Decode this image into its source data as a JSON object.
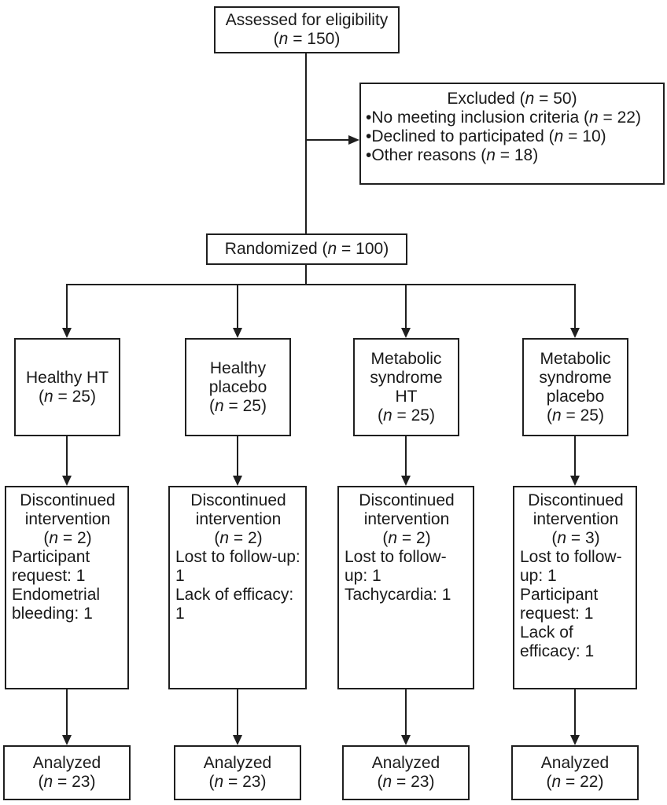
{
  "figure": {
    "assessed": {
      "label": "Assessed for eligibility",
      "n": "(n = 150)"
    },
    "excluded": {
      "title": "Excluded (n = 50)",
      "items": [
        "•No meeting inclusion criteria (n = 22)",
        "•Declined to participated (n = 10)",
        "•Other reasons (n = 18)"
      ]
    },
    "randomized": {
      "label": "Randomized (n = 100)"
    },
    "arms": [
      {
        "label": "Healthy HT",
        "n": "(n = 25)"
      },
      {
        "label": "Healthy placebo",
        "n": "(n = 25)"
      },
      {
        "label": "Metabolic syndrome HT",
        "n": "(n = 25)"
      },
      {
        "label": "Metabolic syndrome placebo",
        "n": "(n = 25)"
      }
    ],
    "discontinued": [
      {
        "title": "Discontinued intervention",
        "n": "(n = 2)",
        "reasons": [
          "Participant request: 1",
          "Endometrial bleeding: 1"
        ]
      },
      {
        "title": "Discontinued intervention",
        "n": "(n = 2)",
        "reasons": [
          "Lost to follow-up: 1",
          "Lack of efficacy: 1"
        ]
      },
      {
        "title": "Discontinued intervention",
        "n": "(n = 2)",
        "reasons": [
          "Lost to follow-up: 1",
          "Tachycardia: 1"
        ]
      },
      {
        "title": "Discontinued intervention",
        "n": "(n = 3)",
        "reasons": [
          "Lost to follow-up: 1",
          "Participant request: 1",
          "Lack of efficacy: 1"
        ]
      }
    ],
    "analyzed": [
      {
        "label": "Analyzed",
        "n": "(n = 23)"
      },
      {
        "label": "Analyzed",
        "n": "(n = 23)"
      },
      {
        "label": "Analyzed",
        "n": "(n = 23)"
      },
      {
        "label": "Analyzed",
        "n": "(n = 22)"
      }
    ],
    "colors": {
      "line": "#1f1f1f",
      "text": "#1a1a1a",
      "background": "#ffffff"
    }
  }
}
